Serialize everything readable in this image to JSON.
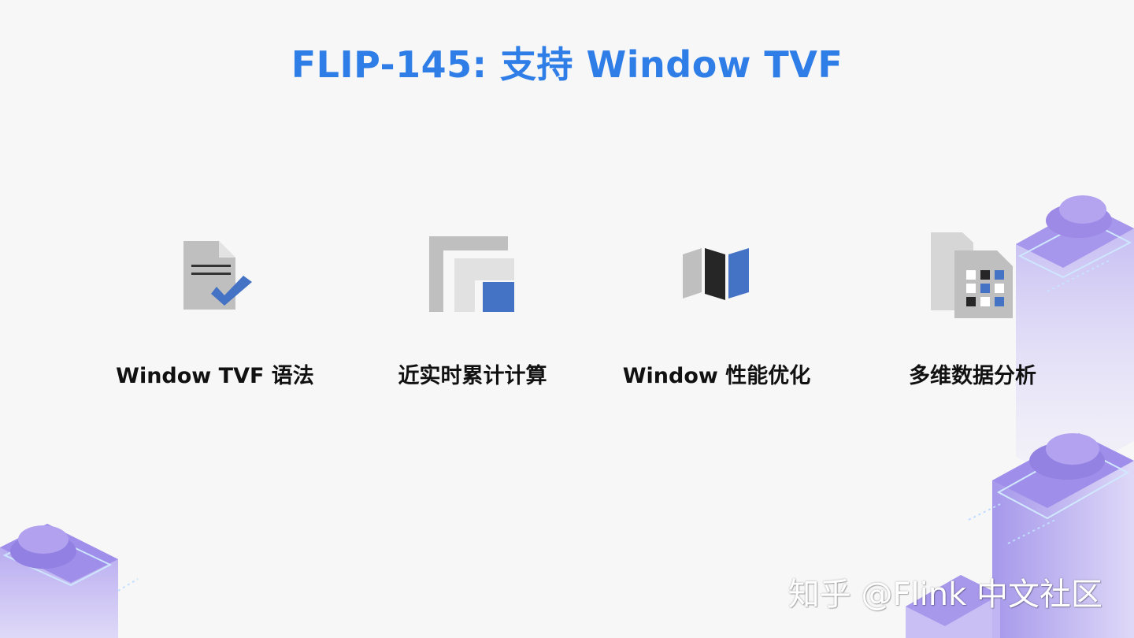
{
  "title": "FLIP-145: 支持 Window TVF",
  "features": [
    {
      "label": "Window TVF 语法",
      "icon": "document-check-icon"
    },
    {
      "label": "近实时累计计算",
      "icon": "nested-windows-icon"
    },
    {
      "label": "Window 性能优化",
      "icon": "folded-map-icon"
    },
    {
      "label": "多维数据分析",
      "icon": "data-grid-documents-icon"
    }
  ],
  "watermark": "知乎 @Flink 中文社区",
  "colors": {
    "accent": "#2f7ee8",
    "icon_blue": "#4472c4",
    "icon_gray": "#bfbfbf",
    "icon_dark": "#262626",
    "deco_purple": "#8b7ad8"
  }
}
